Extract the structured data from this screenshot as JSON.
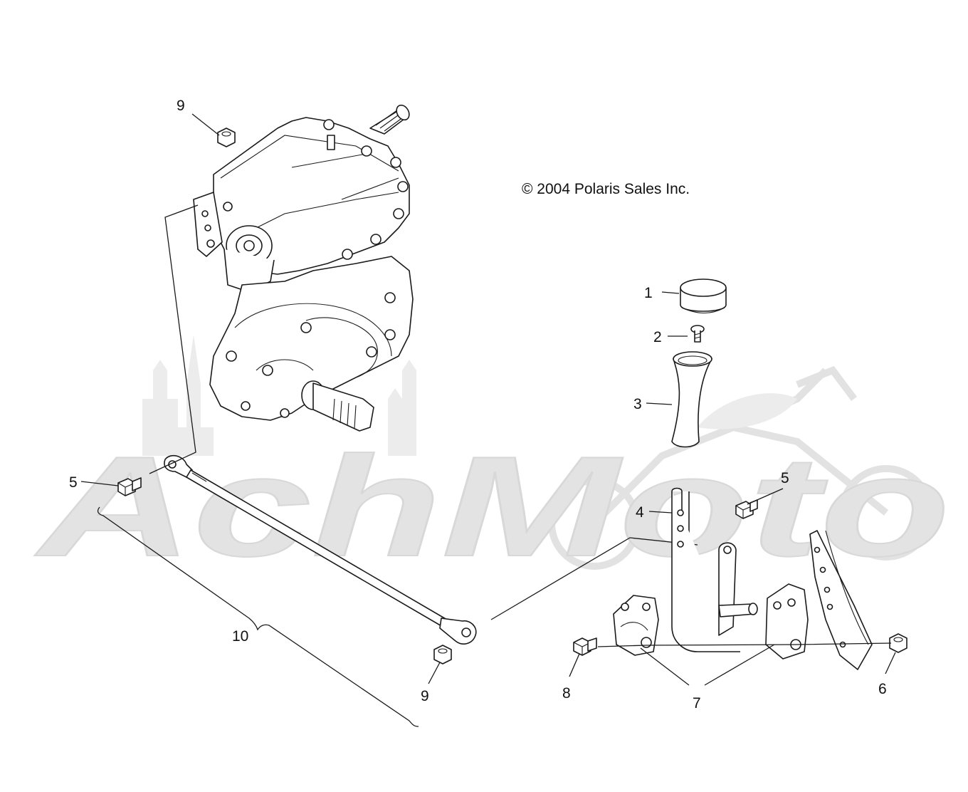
{
  "copyright": "© 2004 Polaris Sales Inc.",
  "watermark": {
    "text": "AchMoto",
    "color": "#e3e3e3"
  },
  "callouts": [
    {
      "id": "1",
      "label": "1"
    },
    {
      "id": "2",
      "label": "2"
    },
    {
      "id": "3",
      "label": "3"
    },
    {
      "id": "4",
      "label": "4"
    },
    {
      "id": "5a",
      "label": "5"
    },
    {
      "id": "5b",
      "label": "5"
    },
    {
      "id": "6",
      "label": "6"
    },
    {
      "id": "7",
      "label": "7"
    },
    {
      "id": "8",
      "label": "8"
    },
    {
      "id": "9a",
      "label": "9"
    },
    {
      "id": "9b",
      "label": "9"
    },
    {
      "id": "10",
      "label": "10"
    }
  ]
}
